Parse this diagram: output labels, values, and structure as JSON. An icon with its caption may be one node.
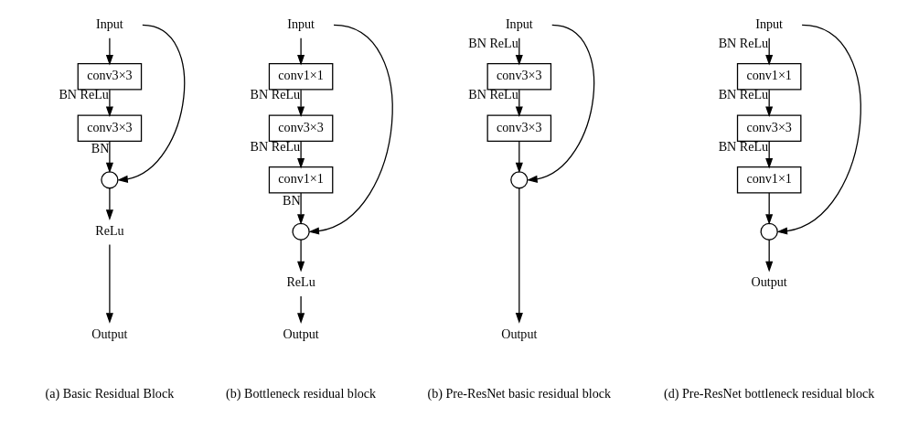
{
  "diagram": {
    "nodes": [
      {
        "text": [
          "Input"
        ]
      },
      {
        "text": [
          "conv3×3"
        ]
      },
      {
        "text": [
          "conv3×3"
        ]
      },
      {
        "text": [],
        "shape": "circle"
      },
      {
        "text": [
          "ReLu"
        ]
      },
      {
        "text": [
          "Output"
        ]
      },
      {
        "text": [
          "Input"
        ]
      },
      {
        "text": [
          "conv1×1"
        ]
      },
      {
        "text": [
          "conv3×3"
        ]
      },
      {
        "text": [
          "conv1×1"
        ]
      },
      {
        "text": [],
        "shape": "circle"
      },
      {
        "text": [
          "ReLu"
        ]
      },
      {
        "text": [
          "Output"
        ]
      },
      {
        "text": [
          "Input"
        ]
      },
      {
        "text": [
          "conv3×3"
        ]
      },
      {
        "text": [
          "conv3×3"
        ]
      },
      {
        "text": [],
        "shape": "circle"
      },
      {
        "text": [
          "Output"
        ]
      },
      {
        "text": [
          "Input"
        ]
      },
      {
        "text": [
          "conv1×1"
        ]
      },
      {
        "text": [
          "conv3×3"
        ]
      },
      {
        "text": [
          "conv1×1"
        ]
      },
      {
        "text": [],
        "shape": "circle"
      },
      {
        "text": [
          "Output"
        ]
      }
    ],
    "edges": [
      {
        "from": 0,
        "to": 1,
        "arrow": "to"
      },
      {
        "from": 1,
        "to": 2,
        "arrow": "to",
        "label": "BN ReLu"
      },
      {
        "from": 2,
        "to": 3,
        "arrow": "to",
        "label": "BN"
      },
      {
        "from": 0,
        "to": 3,
        "arrow": "to"
      },
      {
        "from": 3,
        "to": 4,
        "arrow": "to"
      },
      {
        "from": 4,
        "to": 5,
        "arrow": "to"
      },
      {
        "from": 6,
        "to": 7,
        "arrow": "to"
      },
      {
        "from": 7,
        "to": 8,
        "arrow": "to",
        "label": "BN ReLu"
      },
      {
        "from": 8,
        "to": 9,
        "arrow": "to",
        "label": "BN ReLu"
      },
      {
        "from": 9,
        "to": 10,
        "arrow": "to",
        "label": "BN"
      },
      {
        "from": 6,
        "to": 10,
        "arrow": "to"
      },
      {
        "from": 10,
        "to": 11,
        "arrow": "to"
      },
      {
        "from": 11,
        "to": 12,
        "arrow": "to"
      },
      {
        "from": 13,
        "to": 14,
        "arrow": "to",
        "label": "BN ReLu"
      },
      {
        "from": 14,
        "to": 15,
        "arrow": "to",
        "label": "BN ReLu"
      },
      {
        "from": 15,
        "to": 16,
        "arrow": "to"
      },
      {
        "from": 13,
        "to": 16,
        "arrow": "to"
      },
      {
        "from": 16,
        "to": 17,
        "arrow": "to"
      },
      {
        "from": 18,
        "to": 19,
        "arrow": "to",
        "label": "BN ReLu"
      },
      {
        "from": 19,
        "to": 20,
        "arrow": "to",
        "label": "BN ReLu"
      },
      {
        "from": 20,
        "to": 21,
        "arrow": "to",
        "label": "BN ReLu"
      },
      {
        "from": 21,
        "to": 22,
        "arrow": "to"
      },
      {
        "from": 18,
        "to": 22,
        "arrow": "to"
      },
      {
        "from": 22,
        "to": 23,
        "arrow": "to"
      }
    ],
    "labels": [
      "(a) Basic Residual Block",
      "(b) Bottleneck residual block",
      "(b) Pre-ResNet basic residual block",
      "(d) Pre-ResNet bottleneck residual block"
    ]
  }
}
